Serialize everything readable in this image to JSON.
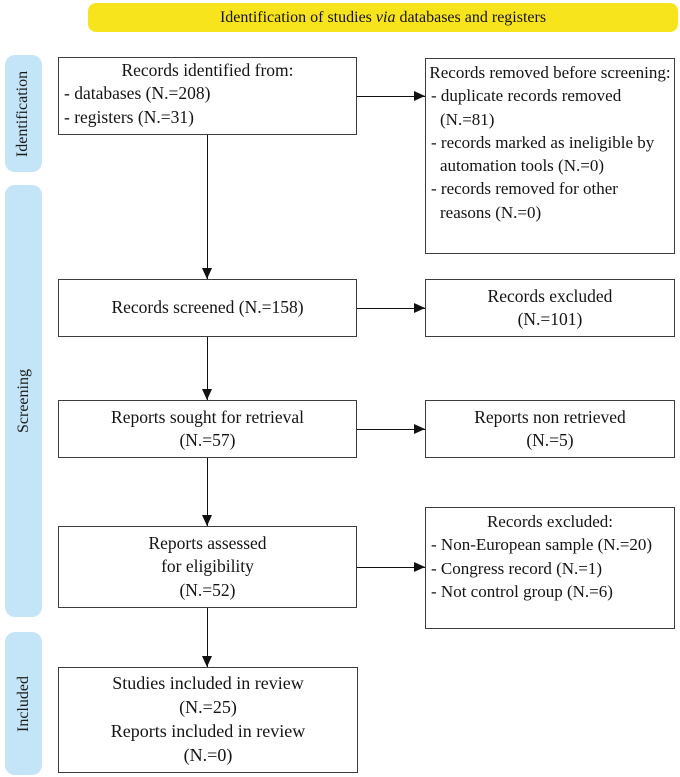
{
  "banner": {
    "text_before_italic": "Identification of studies ",
    "italic_word": "via",
    "text_after_italic": " databases and registers",
    "background_color": "#f8e41d"
  },
  "sidebar": {
    "background_color": "#c3e5f7",
    "labels": [
      {
        "id": "identification",
        "label": "Identification"
      },
      {
        "id": "screening",
        "label": "Screening"
      },
      {
        "id": "included",
        "label": "Included"
      }
    ]
  },
  "boxes": {
    "identified": {
      "title": "Records identified from:",
      "items": [
        "- databases (N.=208)",
        "- registers (N.=31)"
      ]
    },
    "removed_before_screening": {
      "title": "Records removed before screening:",
      "items": [
        "- duplicate records removed (N.=81)",
        "- records marked as ineligible by automation tools (N.=0)",
        "- records removed for other reasons (N.=0)"
      ]
    },
    "screened": {
      "lines": [
        "Records screened (N.=158)"
      ]
    },
    "records_excluded": {
      "lines": [
        "Records excluded",
        "(N.=101)"
      ]
    },
    "sought_for_retrieval": {
      "lines": [
        "Reports sought for retrieval",
        "(N.=57)"
      ]
    },
    "non_retrieved": {
      "lines": [
        "Reports non retrieved",
        "(N.=5)"
      ]
    },
    "assessed": {
      "lines": [
        "Reports assessed",
        "for eligibility",
        "(N.=52)"
      ]
    },
    "records_excluded_2": {
      "title": "Records excluded:",
      "items": [
        "- Non-European sample (N.=20)",
        "- Congress record (N.=1)",
        "- Not control group (N.=6)"
      ]
    },
    "included_in_review": {
      "lines": [
        "Studies included in review",
        "(N.=25)",
        "Reports included in review",
        "(N.=0)"
      ]
    }
  },
  "style": {
    "box_border_color": "#3d3d3d",
    "arrow_color": "#111111"
  }
}
